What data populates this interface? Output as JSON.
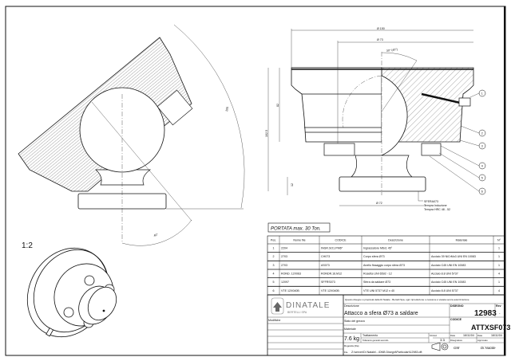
{
  "left_view": {
    "scale_label": "1:2",
    "dim_radius": "205",
    "dim_angle": "40°"
  },
  "right_view": {
    "dim_top_diameter": "Ø 150",
    "dim_inner_diameter": "Ø 73",
    "dim_angle": "30° (40°)",
    "dim_height_body": "82",
    "dim_height_total": "102.5",
    "dim_base_height": "12",
    "dim_base_diameter": "Ø 72",
    "note_lines": [
      "SFERA073",
      "Tempra Induzione",
      "Tempra HRC 48 - 52"
    ],
    "balloons": [
      "1",
      "2",
      "3",
      "4",
      "5",
      "6"
    ]
  },
  "capacity_label": "PORTATA max. 30 Ton.",
  "parts_table": {
    "headers": [
      "Pos.",
      "Nome file",
      "CODICE",
      "Descrizione",
      "Materiale",
      "N°"
    ],
    "rows": [
      [
        "1",
        "2204",
        "INGR.SO1.PM6*",
        "Ingrassatore M6x1 45°",
        "",
        "1"
      ],
      [
        "2",
        "2703",
        "CH073",
        "Corpo sfera Ø73",
        "Acciaio 39 NiCrMo3 UNI EN 10083",
        "1"
      ],
      [
        "3",
        "2703",
        "AS073",
        "Anello fissaggio corpo sfera Ø73",
        "Acciaio C45 UNI EN 10083",
        "1"
      ],
      [
        "4",
        "ROND. 12X063",
        "RONDR.16.M12",
        "Rosetta UNI 6592 - 12",
        "Acciaio 8.8 UNI 5737",
        "4"
      ],
      [
        "5",
        "12097",
        "SFFRS073",
        "Sfera da saldare Ø73",
        "Acciaio C45 UNI EN 10083",
        "1"
      ],
      [
        "6",
        "VTE 12X040B",
        "VTE 12X040B",
        "VTE UNI 5737 M12 x 40",
        "Acciaio 8.8 UNI 5737",
        "4"
      ]
    ]
  },
  "title_block": {
    "brand": "DINATALE",
    "brand_sub": "BERTELLI SPA",
    "notice": "Questo disegno è proprietà della Di Natale - Bertelli Spa, ogni riproduzione o cessione è vietata senza autorizzazione",
    "descrizione_label": "Descrizione",
    "descrizione": "Attacco a sfera Ø73 a saldare",
    "disegno_label": "DISEGNO",
    "disegno": "12983",
    "rev_label": "Rev",
    "rev": "-",
    "modifiche_label": "Modifiche",
    "stato_label": "Stato del grezzo",
    "materiale_label": "Materiale",
    "codice_label": "CODICE",
    "codice": "ATTXSF073",
    "weight": "7.6 kg",
    "trattamento_label": "Trattamento",
    "scala_label": "SCALA",
    "scala": "1:1",
    "data1_label": "Data",
    "data1": "16/11/04",
    "data2_label": "Data",
    "data2": "16/11/04",
    "rugosita_label": "Rugosità (Ra)",
    "tolerance_note": "Tolleranze generali secondo",
    "disegnatore_label": "Disegnatore",
    "disegnatore": "GM",
    "approvato_label": "Approvato",
    "approvato": "Di Natale",
    "file_label": "File",
    "file_path": "Z:\\server\\Di Natale\\...\\DNB Disegni\\Particolari\\12983.dft"
  }
}
